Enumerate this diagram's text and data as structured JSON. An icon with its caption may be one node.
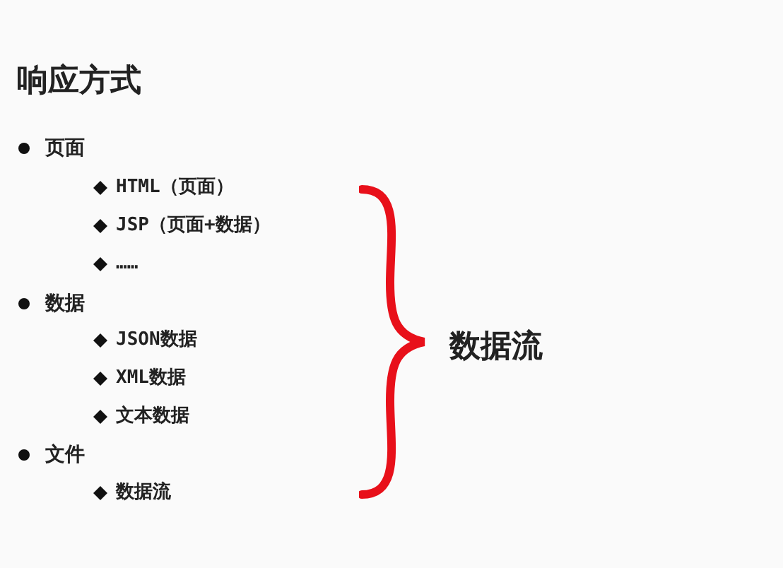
{
  "diagram": {
    "title": "响应方式",
    "labels": [
      "页面",
      "HTML（页面）",
      "JSP（页面+数据）",
      "……",
      "数据",
      "JSON数据",
      "XML数据",
      "文本数据",
      "文件",
      "数据流",
      "数据流"
    ]
  }
}
